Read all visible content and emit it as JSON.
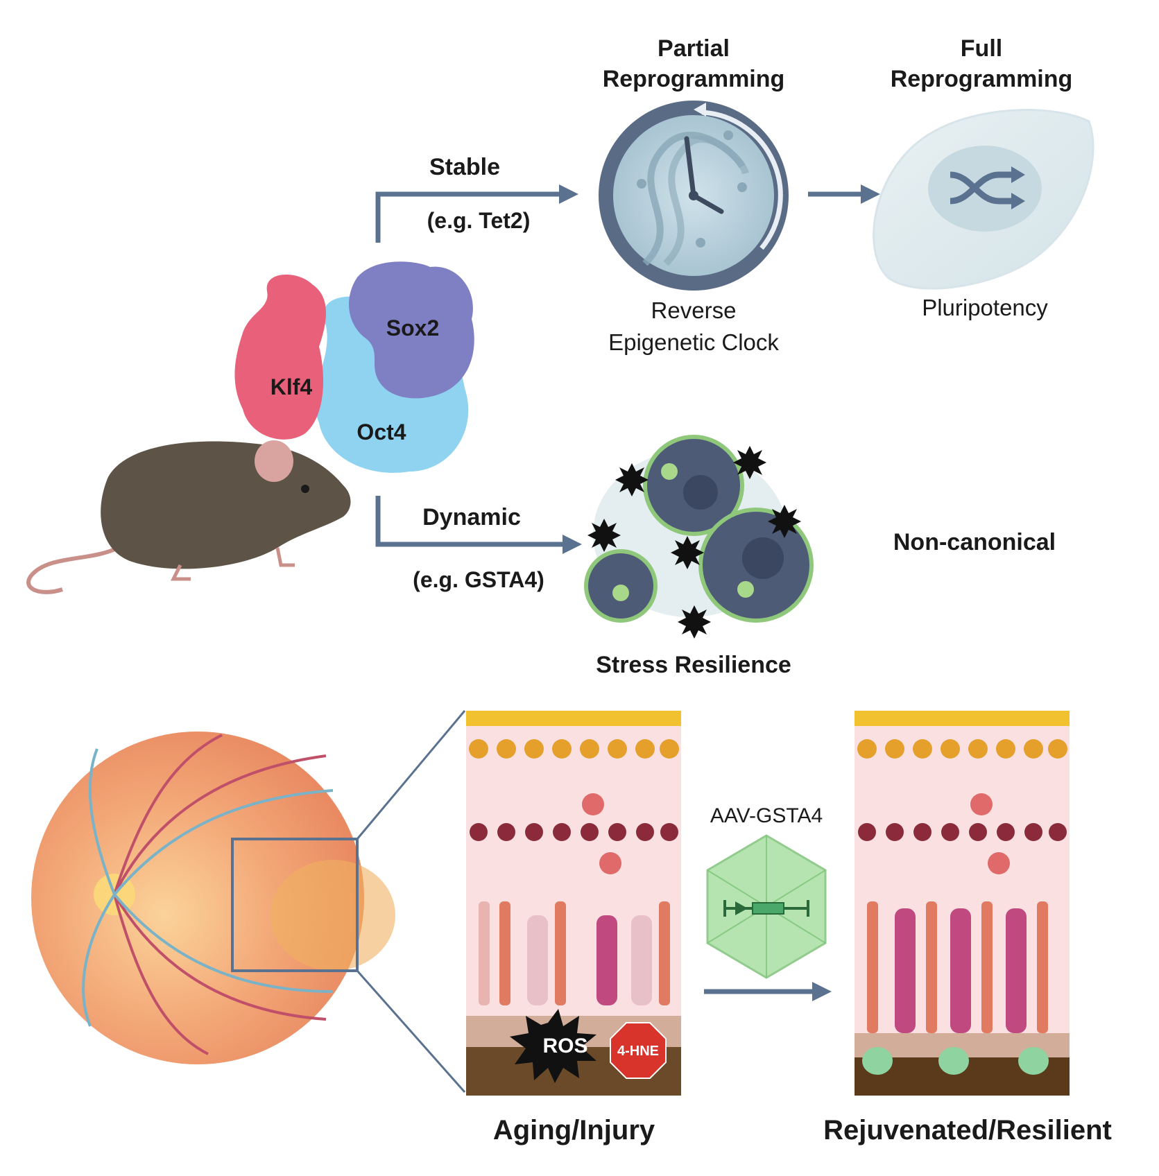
{
  "headers": {
    "partial_line1": "Partial",
    "partial_line2": "Reprogramming",
    "full_line1": "Full",
    "full_line2": "Reprogramming"
  },
  "pathways": {
    "stable_label": "Stable",
    "stable_example": "(e.g. Tet2)",
    "dynamic_label": "Dynamic",
    "dynamic_example": "(e.g. GSTA4)"
  },
  "outcomes": {
    "reverse_line1": "Reverse",
    "reverse_line2": "Epigenetic Clock",
    "pluripotency": "Pluripotency",
    "stress_resilience": "Stress Resilience",
    "non_canonical": "Non-canonical"
  },
  "factors": {
    "klf4": "Klf4",
    "sox2": "Sox2",
    "oct4": "Oct4"
  },
  "retina": {
    "aav_label": "AAV-GSTA4",
    "ros_label": "ROS",
    "hne_label": "4-HNE",
    "aging_label": "Aging/Injury",
    "rejuvenated_label": "Rejuvenated/Resilient"
  },
  "colors": {
    "arrow": "#5a7290",
    "klf4": "#e8607a",
    "sox2": "#7f7fc4",
    "oct4": "#8fd3f0",
    "mouse": "#5d5347",
    "fundus": "#f0a070",
    "retina_bg": "#fbe0e2",
    "capsid": "#a9e0a4",
    "hne": "#d9342c"
  }
}
